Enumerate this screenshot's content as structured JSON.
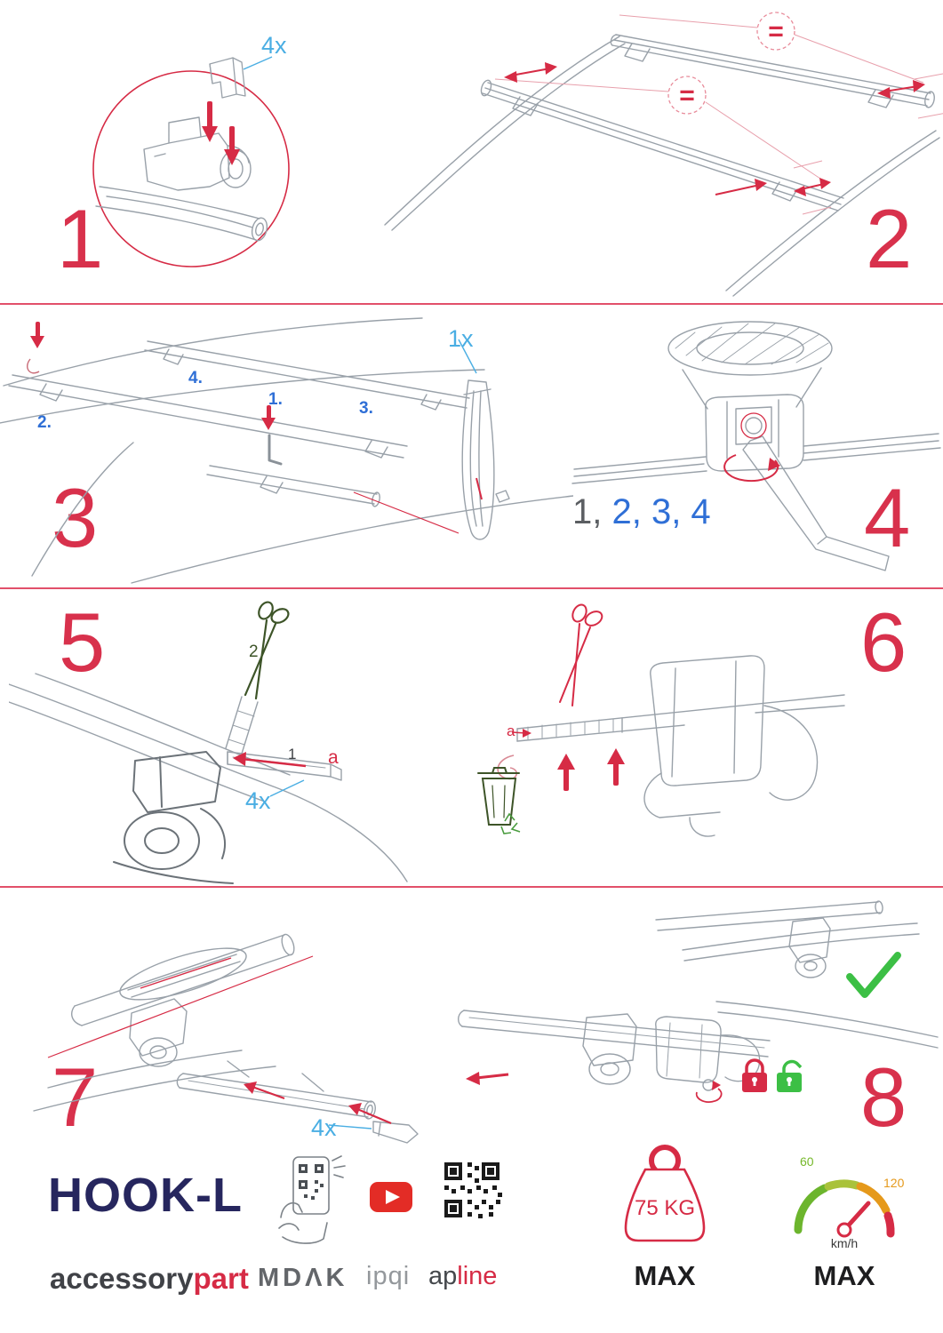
{
  "steps": {
    "s1": {
      "number": "1",
      "qty": "4x"
    },
    "s2": {
      "number": "2",
      "eq_top": "=",
      "eq_mid": "="
    },
    "s3": {
      "number": "3",
      "qty": "1x",
      "sub1": "1.",
      "sub2": "2.",
      "sub3": "3.",
      "sub4": "4."
    },
    "s4": {
      "number": "4",
      "seq_first": "1,",
      "seq_rest": " 2, 3, 4"
    },
    "s5": {
      "number": "5",
      "label_1": "1",
      "label_2": "2",
      "label_a": "a",
      "qty": "4x"
    },
    "s6": {
      "number": "6",
      "label_a": "a"
    },
    "s7": {
      "number": "7",
      "qty": "4x"
    },
    "s8": {
      "number": "8"
    }
  },
  "footer": {
    "product": "HOOK-L",
    "brand_left": "accessory",
    "brand_right": "part",
    "logo_mdak": "MDΛK",
    "logo_ipqi": "ipqi",
    "logo_ap": "ap",
    "logo_line": "line",
    "weight_value": "75 KG",
    "weight_max": "MAX",
    "speed_low": "60",
    "speed_high": "120",
    "speed_unit": "km/h",
    "speed_max": "MAX"
  },
  "colors": {
    "accent_red": "#d62b45",
    "label_blue": "#4aaee3",
    "text_blue": "#2f6fd6",
    "navy": "#26265e",
    "status_green": "#3cbf45",
    "line_gray": "#99a1a9"
  }
}
